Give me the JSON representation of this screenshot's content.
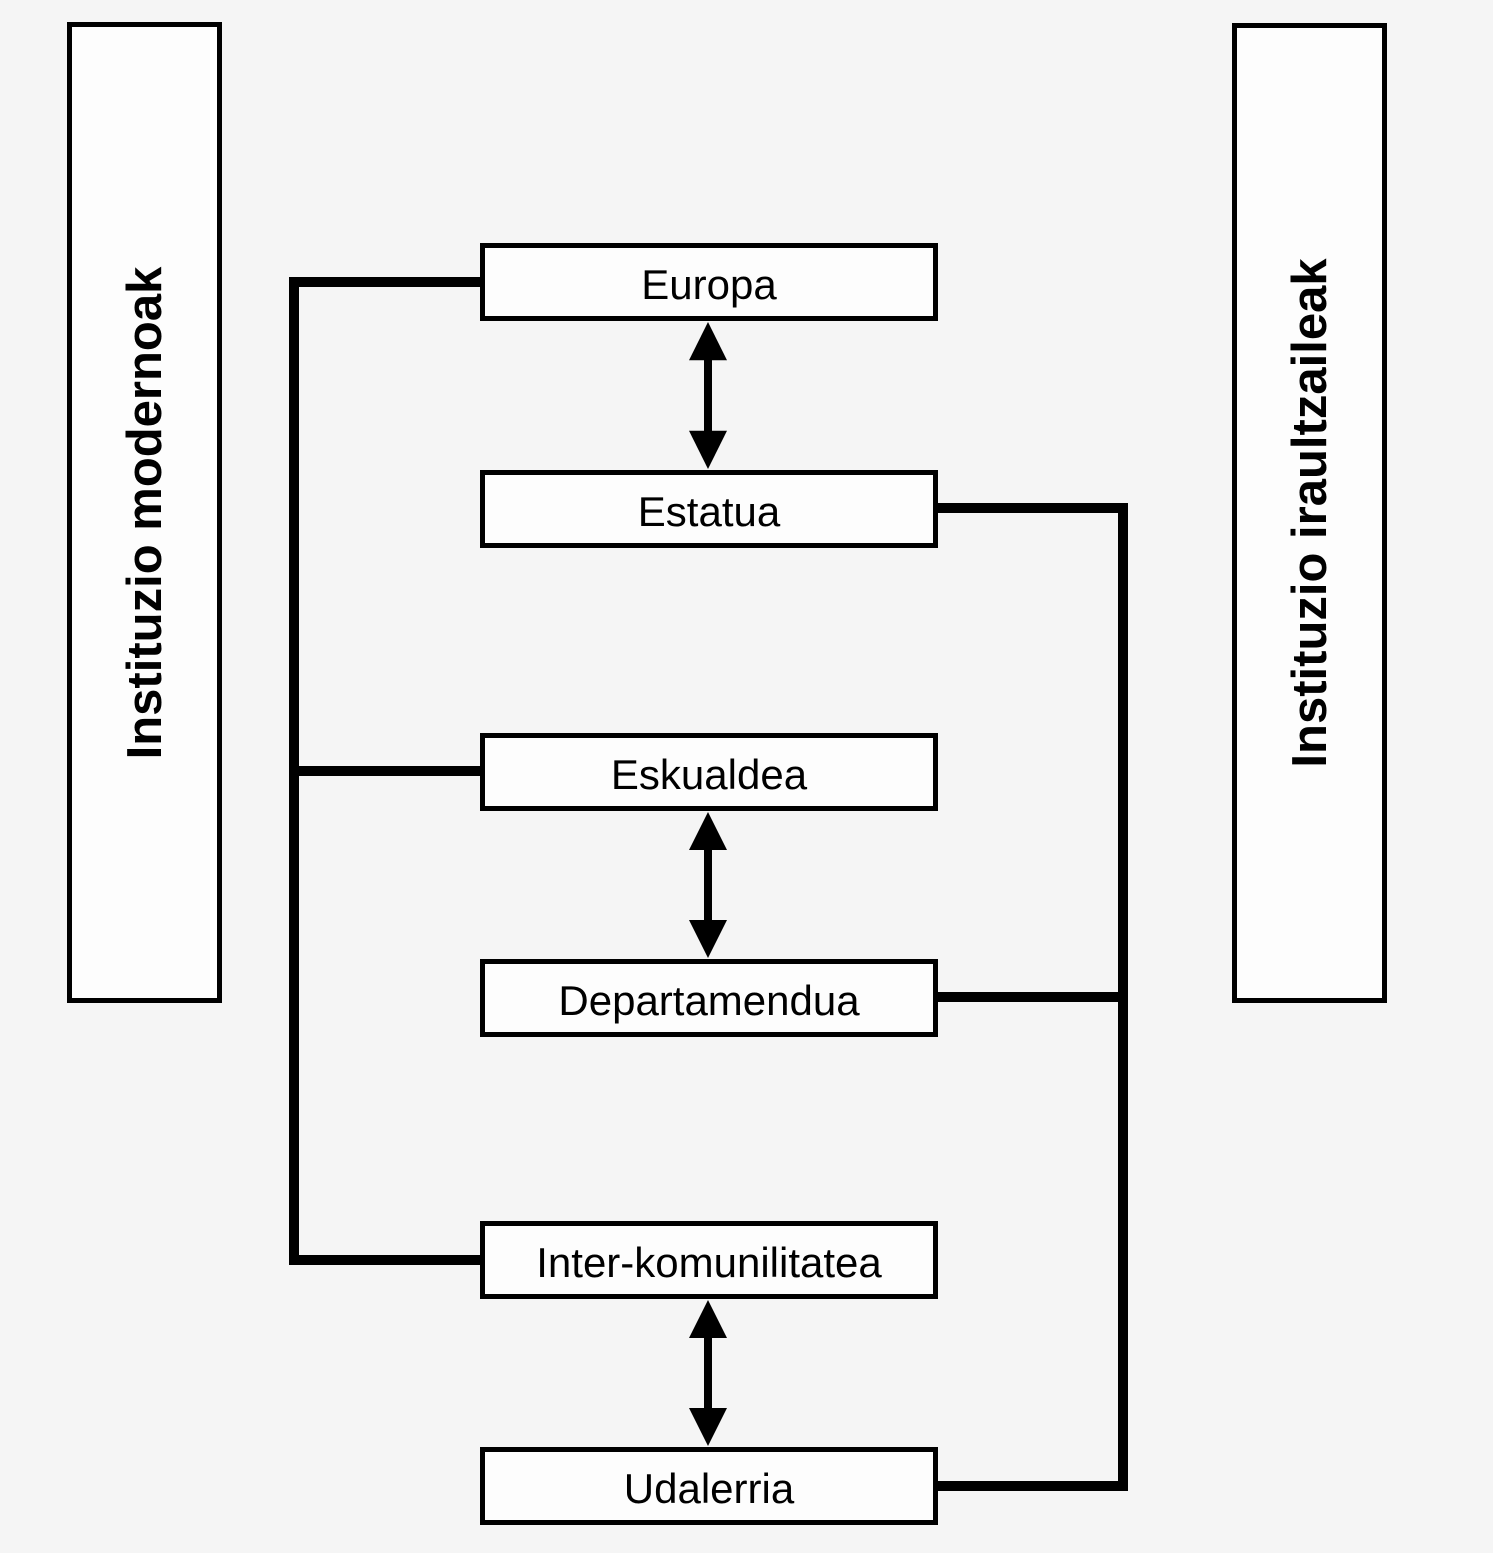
{
  "diagram": {
    "left_group": {
      "label": "Instituzio modernoak"
    },
    "right_group": {
      "label": "Instituzio iraultzaileak"
    },
    "nodes": [
      {
        "label": "Europa"
      },
      {
        "label": "Estatua"
      },
      {
        "label": "Eskualdea"
      },
      {
        "label": "Departamendua"
      },
      {
        "label": "Inter-komunilitatea"
      },
      {
        "label": "Udalerria"
      }
    ],
    "connections": {
      "double_arrows": [
        {
          "from": "Europa",
          "to": "Estatua"
        },
        {
          "from": "Eskualdea",
          "to": "Departamendua"
        },
        {
          "from": "Inter-komunilitatea",
          "to": "Udalerria"
        }
      ],
      "left_bracket_members": [
        "Europa",
        "Eskualdea",
        "Inter-komunilitatea"
      ],
      "right_bracket_members": [
        "Estatua",
        "Departamendua",
        "Udalerria"
      ]
    },
    "colors": {
      "background": "#f5f5f5",
      "box_fill": "#fdfdfd",
      "line": "#000000"
    }
  }
}
